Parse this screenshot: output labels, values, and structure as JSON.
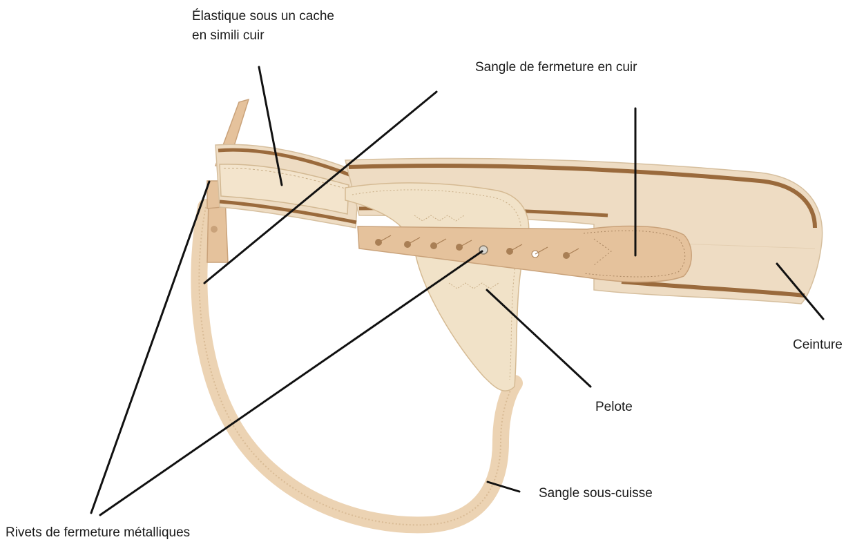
{
  "labels": {
    "elastique_line1": "Élastique sous un cache",
    "elastique_line2": "en simili cuir",
    "sangle_fermeture": "Sangle de fermeture en cuir",
    "ceinture": "Ceinture",
    "pelote": "Pelote",
    "sangle_sous_cuisse": "Sangle sous-cuisse",
    "rivets": "Rivets de fermeture métalliques"
  },
  "colors": {
    "belt_fabric": "#eedcc3",
    "belt_stripe": "#9a6a3c",
    "leather": "#e5c29c",
    "leather_dark": "#c9a27a",
    "pad": "#f1e2c8",
    "strap": "#ecd3b3",
    "leader_line": "#111111"
  }
}
